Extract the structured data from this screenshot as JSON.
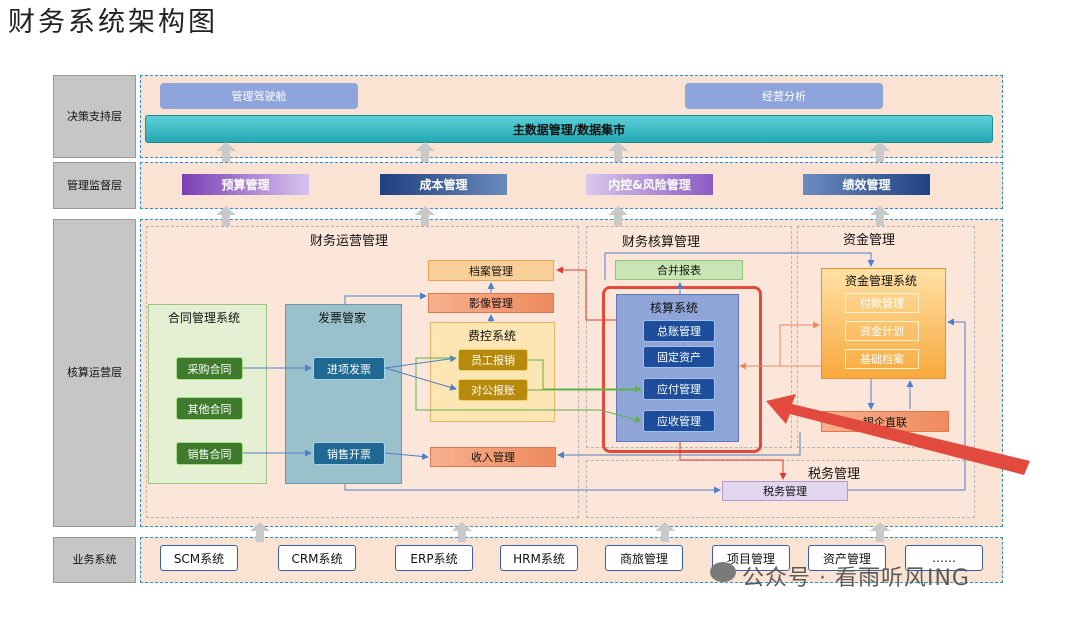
{
  "title": "财务系统架构图",
  "layers": {
    "decision": "决策支持层",
    "supervision": "管理监督层",
    "accounting": "核算运营层",
    "business": "业务系统"
  },
  "decision": {
    "cockpit": "管理驾驶舱",
    "analysis": "经营分析",
    "master_data": "主数据管理/数据集市"
  },
  "supervision": {
    "budget": "预算管理",
    "cost": "成本管理",
    "risk": "内控&风险管理",
    "performance": "绩效管理"
  },
  "finance_ops": {
    "label": "财务运营管理",
    "contract_title": "合同管理系统",
    "contract_items": [
      "采购合同",
      "其他合同",
      "销售合同"
    ],
    "invoice_title": "发票管家",
    "invoice_in": "进项发票",
    "invoice_out": "销售开票",
    "archive": "档案管理",
    "image": "影像管理",
    "fee_title": "费控系统",
    "fee_employee": "员工报销",
    "fee_corporate": "对公报账",
    "income": "收入管理"
  },
  "accounting": {
    "label": "财务核算管理",
    "consolidated": "合并报表",
    "system_title": "核算系统",
    "items": [
      "总账管理",
      "固定资产",
      "应付管理",
      "应收管理"
    ]
  },
  "fund": {
    "label": "资金管理",
    "system_title": "资金管理系统",
    "items": [
      "付款管理",
      "资金计划",
      "基础档案"
    ],
    "bank": "银企直联"
  },
  "tax": {
    "label": "税务管理",
    "box": "税务管理"
  },
  "business_systems": [
    "SCM系统",
    "CRM系统",
    "ERP系统",
    "HRM系统",
    "商旅管理",
    "项目管理",
    "资产管理",
    "……"
  ],
  "watermark": "公众号 · 看雨听风ING",
  "colors": {
    "band_border": "#2d8fd6",
    "band_fill": "#fbe3d4",
    "highlight": "#e34a3e",
    "big_arrow": "#e34a3e"
  }
}
